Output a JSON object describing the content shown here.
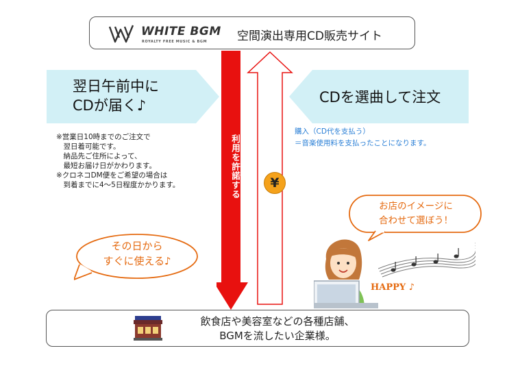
{
  "header": {
    "logo_word": "WHITE BGM",
    "logo_sub": "ROYALTY FREE MUSIC & BGM",
    "title": "空間演出専用CD販売サイト"
  },
  "left": {
    "banner_lines": [
      "翌日午前中に",
      "CDが届く♪"
    ],
    "notes": [
      "※営業日10時までのご注文で",
      "　翌日着可能です。",
      "　納品先ご住所によって、",
      "　最短お届け日がかわります。",
      "",
      "※クロネコDM便をご希望の場合は",
      "　到着までに4～5日程度かかります。"
    ],
    "bubble_lines": [
      "その日から",
      "すぐに使える♪"
    ]
  },
  "right": {
    "banner": "CDを選曲して注文",
    "purchase_lines": [
      "購入（CD代を支払う）",
      "＝音楽使用料を支払ったことになります。"
    ],
    "bubble_lines": [
      "お店のイメージに",
      "合わせて選ぼう！"
    ],
    "happy": "HAPPY ♪"
  },
  "arrows": {
    "down_label": "利用を許諾する",
    "yen": "¥",
    "down_color": "#e8110f",
    "up_color": "#ffffff"
  },
  "footer": {
    "lines": [
      "飲食店や美容室などの各種店舗、",
      "BGMを流したい企業様。"
    ]
  },
  "colors": {
    "banner": "#d2f0f6",
    "accent_orange": "#e56a10",
    "link_blue": "#2a7fd6"
  }
}
